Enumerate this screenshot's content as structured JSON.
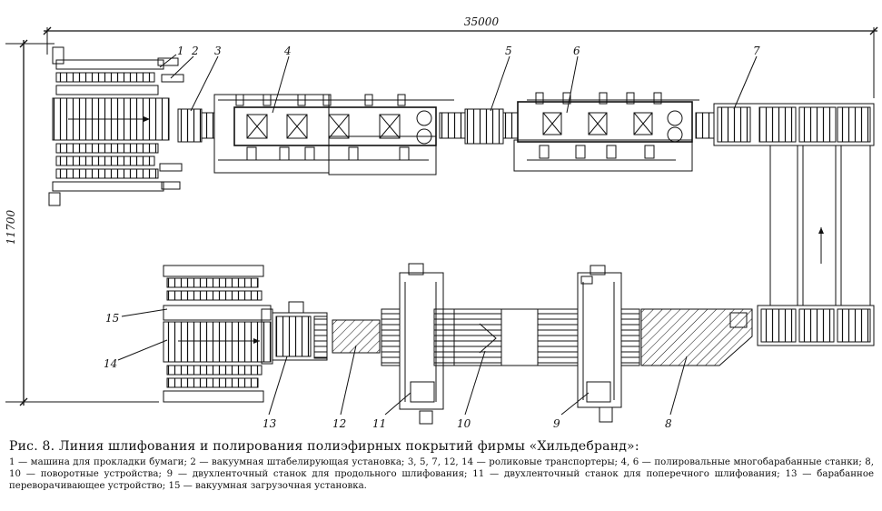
{
  "dimensions": {
    "overall_length": "35000",
    "overall_width": "11700"
  },
  "callouts": [
    "1",
    "2",
    "3",
    "4",
    "5",
    "6",
    "7",
    "8",
    "9",
    "10",
    "11",
    "12",
    "13",
    "14",
    "15"
  ],
  "caption": {
    "title": "Рис. 8. Линия шлифования и полирования полиэфирных покрытий фирмы «Хильдебранд»:",
    "legend": "1 — машина для прокладки бумаги; 2 — вакуумная штабелирующая установка; 3, 5, 7, 12, 14 — роликовые транспортеры; 4, 6 — полировальные многобарабанные станки; 8, 10 — поворотные устройства; 9 — двухленточный станок для продольного шлифования; 11 — двухленточный станок для поперечного шлифования; 13 — барабанное переворачивающее устройство; 15 — вакуумная загрузочная установка."
  }
}
